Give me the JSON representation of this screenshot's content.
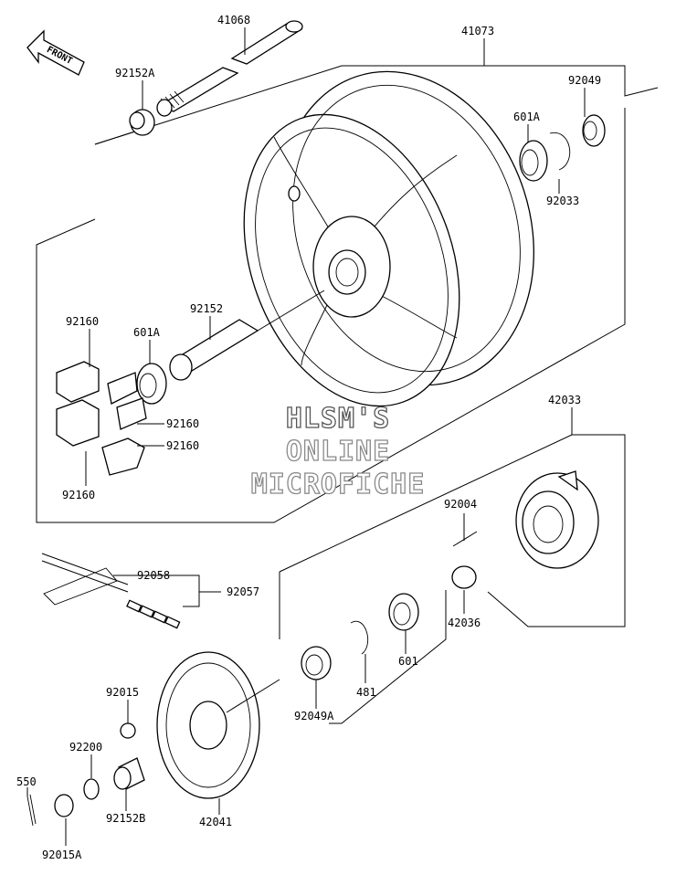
{
  "labels": {
    "p41068": "41068",
    "p41073": "41073",
    "p92152A": "92152A",
    "p92049": "92049",
    "p601A_top": "601A",
    "p92033": "92033",
    "p92152": "92152",
    "p601A_mid": "601A",
    "p92160_a": "92160",
    "p92160_b": "92160",
    "p92160_c": "92160",
    "p92160_d": "92160",
    "p42033": "42033",
    "p92004": "92004",
    "p42036": "42036",
    "p92058": "92058",
    "p92057": "92057",
    "p601": "601",
    "p481": "481",
    "p92049A": "92049A",
    "p92015": "92015",
    "p92200": "92200",
    "p550": "550",
    "p92152B": "92152B",
    "p42041": "42041",
    "p92015A": "92015A"
  },
  "front_label": "FRONT",
  "watermark": {
    "line1": "HLSM'S",
    "line2": "ONLINE",
    "line3": "MICROFICHE"
  }
}
